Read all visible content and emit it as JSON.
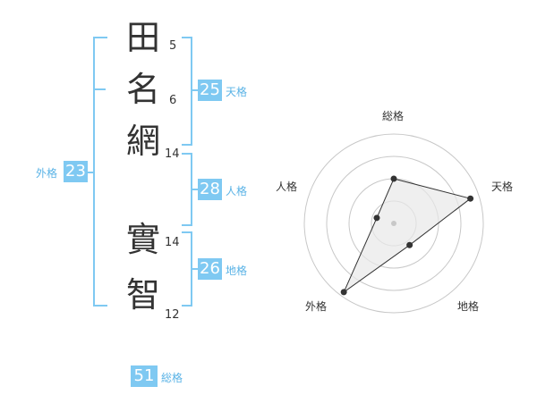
{
  "name": {
    "chars": [
      {
        "char": "田",
        "strokes": "5"
      },
      {
        "char": "名",
        "strokes": "6"
      },
      {
        "char": "網",
        "strokes": "14"
      },
      {
        "char": "實",
        "strokes": "14"
      },
      {
        "char": "智",
        "strokes": "12"
      }
    ]
  },
  "fortune": {
    "tenkaku": {
      "value": "25",
      "label": "天格"
    },
    "jinkaku": {
      "value": "28",
      "label": "人格"
    },
    "chikaku": {
      "value": "26",
      "label": "地格"
    },
    "gaikaku": {
      "value": "23",
      "label": "外格"
    },
    "soukaku": {
      "value": "51",
      "label": "総格"
    }
  },
  "chart_data": {
    "type": "radar",
    "axes": [
      "総格",
      "天格",
      "地格",
      "外格",
      "人格"
    ],
    "values": [
      0.5,
      0.9,
      0.3,
      0.95,
      0.2
    ],
    "rings": 4,
    "colors": {
      "ring": "#c8c8c8",
      "fill": "#e8e8e8",
      "line": "#333333",
      "center": "#c8c8c8"
    }
  }
}
